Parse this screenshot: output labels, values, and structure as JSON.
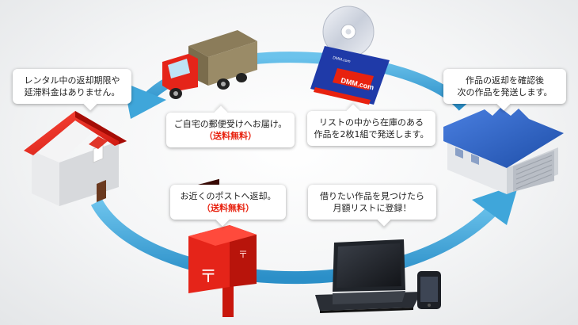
{
  "bubbles": {
    "rental": {
      "line1": "レンタル中の返却期限や",
      "line2": "延滞料金はありません。"
    },
    "deliver": {
      "line1": "ご自宅の郵便受けへお届け。",
      "note": "（送料無料）"
    },
    "stock": {
      "line1": "リストの中から在庫のある",
      "line2": "作品を2枚1組で発送します。"
    },
    "return_check": {
      "line1": "作品の返却を確認後",
      "line2": "次の作品を発送します。"
    },
    "post": {
      "line1": "お近くのポストへ返却。",
      "note": "（送料無料）"
    },
    "find": {
      "line1": "借りたい作品を見つけたら",
      "line2": "月額リストに登録！"
    }
  },
  "disc_label": {
    "brand": "DMM.com",
    "sleeve_brand": "DMM.com"
  },
  "colors": {
    "arrow": "#3fa6da",
    "accent_red": "#e8220f",
    "warehouse_blue": "#2f63c4",
    "sleeve_blue": "#1f3aa8"
  },
  "icons": [
    "house-icon",
    "truck-icon",
    "dvd-disc-icon",
    "warehouse-icon",
    "postbox-icon",
    "laptop-icon",
    "smartphone-icon"
  ]
}
